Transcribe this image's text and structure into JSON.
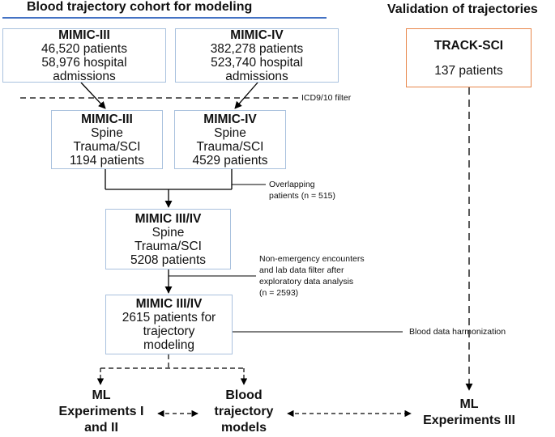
{
  "headings": {
    "left": "Blood trajectory cohort for modeling",
    "right": "Validation of trajectories"
  },
  "boxes": {
    "mimic3_source": {
      "title": "MIMIC-III",
      "lines": [
        "46,520 patients",
        "58,976 hospital",
        "admissions"
      ]
    },
    "mimic4_source": {
      "title": "MIMIC-IV",
      "lines": [
        "382,278 patients",
        "523,740 hospital",
        "admissions"
      ]
    },
    "track_sci": {
      "title": "TRACK-SCI",
      "lines": [
        "137 patients"
      ]
    },
    "mimic3_spine": {
      "title": "MIMIC-III",
      "lines": [
        "Spine",
        "Trauma/SCI",
        "1194 patients"
      ]
    },
    "mimic4_spine": {
      "title": "MIMIC-IV",
      "lines": [
        "Spine",
        "Trauma/SCI",
        "4529 patients"
      ]
    },
    "combined_spine": {
      "title": "MIMIC III/IV",
      "lines": [
        "Spine",
        "Trauma/SCI",
        "5208 patients"
      ]
    },
    "trajectory_cohort": {
      "title": "MIMIC III/IV",
      "lines": [
        "2615 patients for",
        "trajectory",
        "modeling"
      ]
    }
  },
  "notes": {
    "icd_filter": "ICD9/10 filter",
    "overlap": [
      "Overlapping",
      "patients (n = 515)"
    ],
    "non_emergency": [
      "Non-emergency encounters",
      "and lab data filter after",
      "exploratory data analysis",
      "(n = 2593)"
    ],
    "harmonization": "Blood data harmonization"
  },
  "terminals": {
    "ml_1_2": [
      "ML",
      "Experiments I",
      "and II"
    ],
    "blood_models": [
      "Blood",
      "trajectory",
      "models"
    ],
    "ml_3": [
      "ML",
      "Experiments III"
    ]
  },
  "colors": {
    "heading_rule": "#4472c4",
    "box_border": "#a9c1de",
    "track_border": "#e8874b",
    "line": "#000000"
  }
}
